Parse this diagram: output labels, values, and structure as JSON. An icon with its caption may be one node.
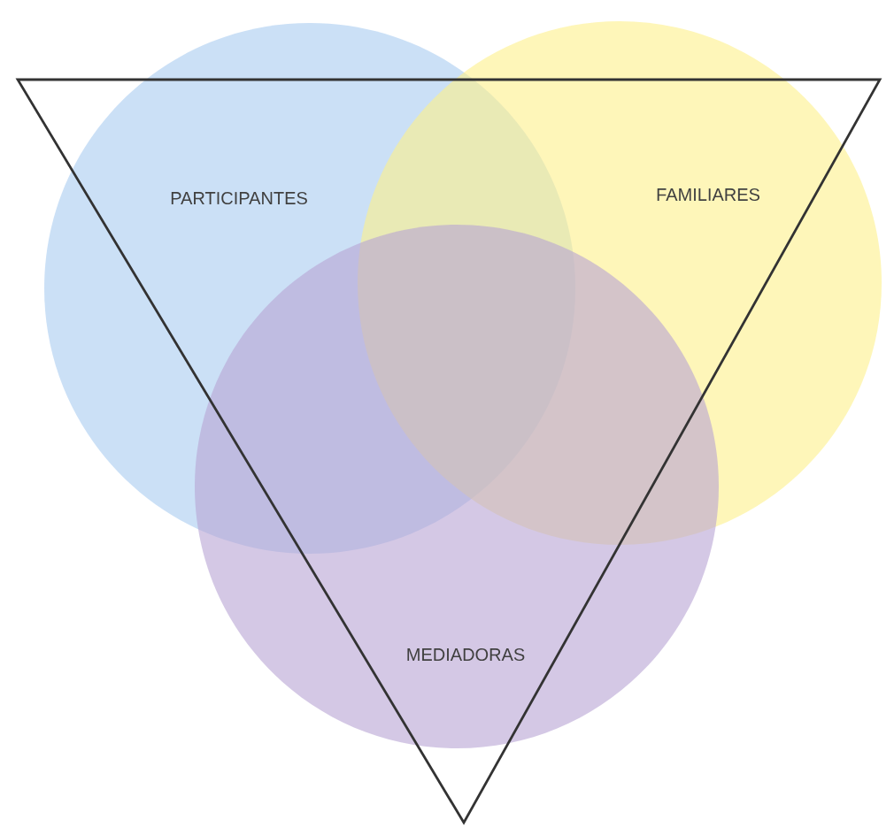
{
  "diagram": {
    "nodes": [
      {
        "text": [
          "PARTICIPANTES"
        ]
      },
      {
        "text": [
          "FAMILIARES"
        ]
      },
      {
        "text": [
          "MEDIADORAS"
        ]
      }
    ]
  }
}
